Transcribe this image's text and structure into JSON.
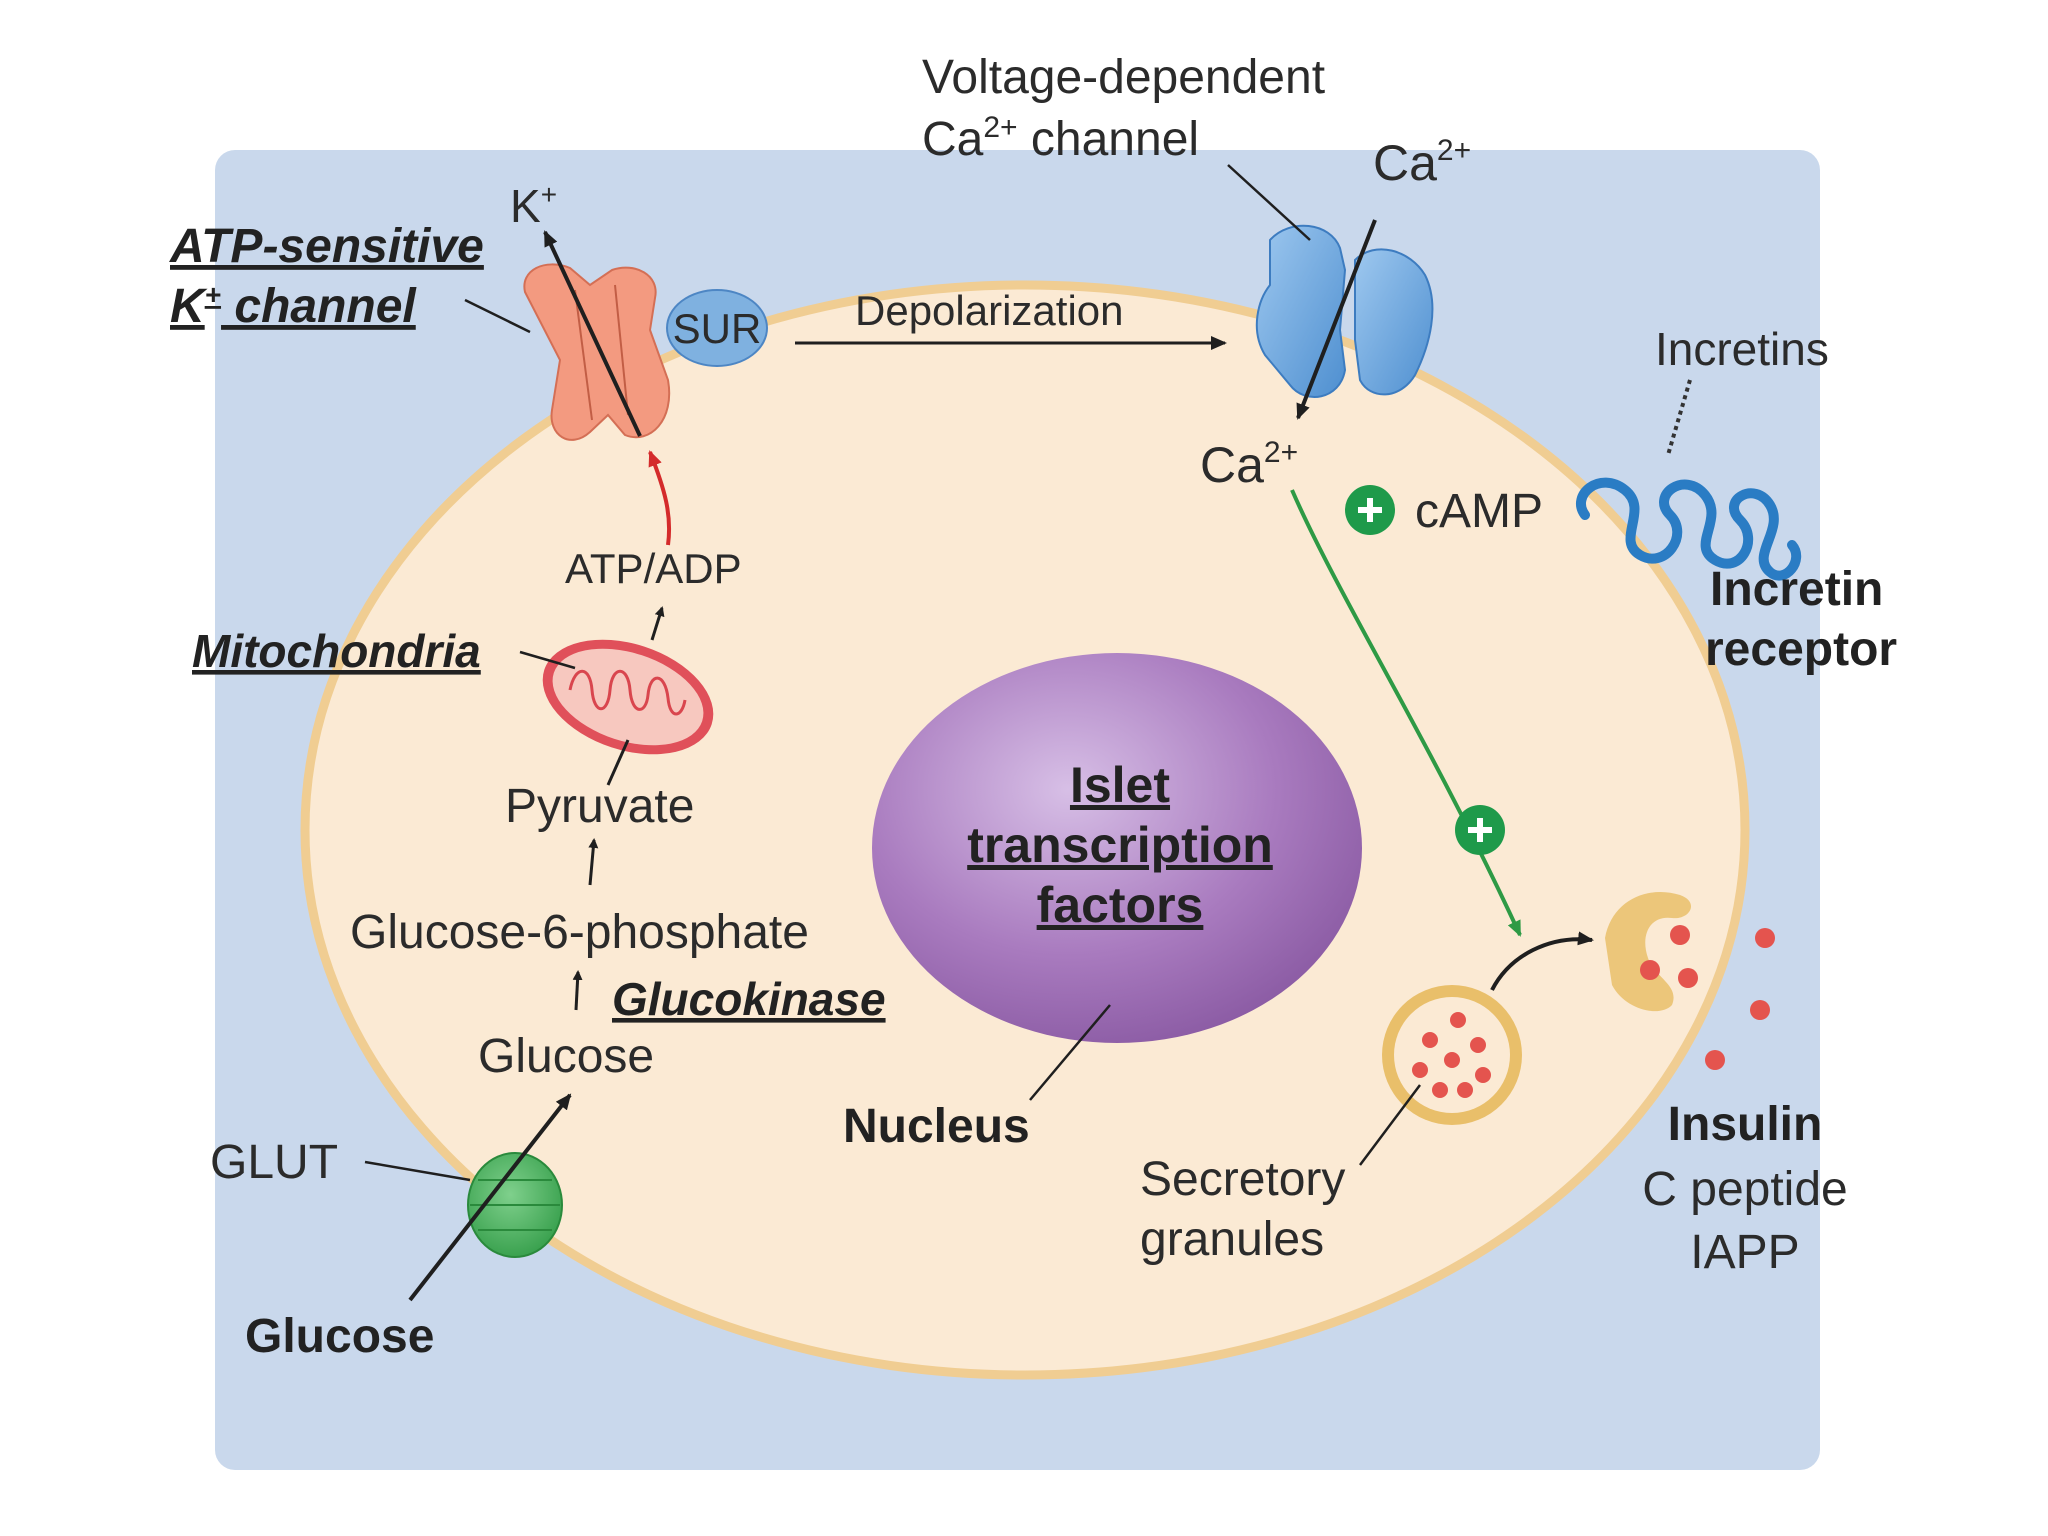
{
  "labels": {
    "vdcc_line1": "Voltage-dependent",
    "vdcc_line2": "Ca",
    "vdcc_line2_sup": "2+",
    "vdcc_line2_rest": " channel",
    "ca_outside": "Ca",
    "ca_outside_sup": "2+",
    "k_plus": "K",
    "k_plus_sup": "+",
    "katp_line1": "ATP-sensitive",
    "katp_line2": "K",
    "katp_line2_sup": "+",
    "katp_line2_rest": " channel",
    "sur": "SUR",
    "depolarization": "Depolarization",
    "incretins": "Incretins",
    "ca_inside": "Ca",
    "ca_inside_sup": "2+",
    "camp": "cAMP",
    "incretin_receptor_line1": "Incretin",
    "incretin_receptor_line2": "receptor",
    "atp_adp": "ATP/ADP",
    "mitochondria": "Mitochondria",
    "pyruvate": "Pyruvate",
    "islet_line1": "Islet",
    "islet_line2": "transcription",
    "islet_line3": "factors",
    "g6p": "Glucose-6-phosphate",
    "glucokinase": "Glucokinase",
    "glucose_inside": "Glucose",
    "nucleus": "Nucleus",
    "glut": "GLUT",
    "secretory_line1": "Secretory",
    "secretory_line2": "granules",
    "insulin": "Insulin",
    "c_peptide": "C peptide",
    "iapp": "IAPP",
    "glucose_outside": "Glucose"
  },
  "colors": {
    "extracellular": "#c9d8ec",
    "cytoplasm": "#fbead4",
    "membrane": "#f0cd92",
    "katp_channel": "#f39a80",
    "sur": "#7fb1e0",
    "ca_channel": "#6aa5de",
    "glut": "#3dad52",
    "mitochondria": "#e0505a",
    "nucleus": "#a97bbf",
    "incretin_receptor": "#2a7cc4",
    "plus_badge": "#1f9a4a",
    "green_arrow": "#2e9a45",
    "red_arrow": "#d42b2b",
    "insulin_dots": "#e4544e"
  },
  "icons": [
    "plus-badge-icon",
    "arrow-icon",
    "coil-receptor-icon",
    "channel-icon"
  ]
}
